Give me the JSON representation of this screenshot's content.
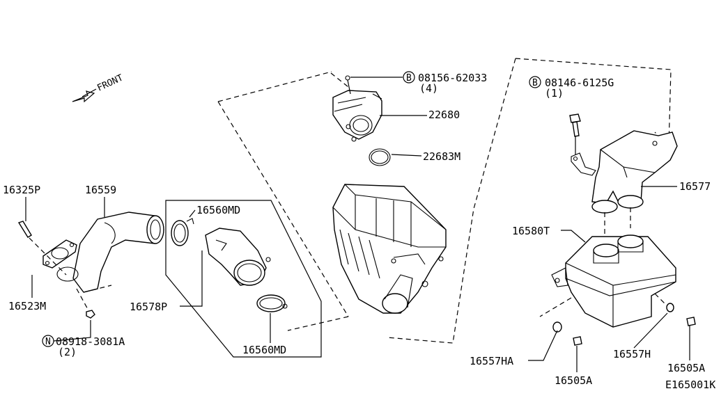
{
  "diagram": {
    "front_label": "FRONT",
    "ref_code": "E165001K",
    "callouts": {
      "bolt_b1": {
        "symbol": "B",
        "part": "08156-62033",
        "qty": "(4)"
      },
      "bolt_b2": {
        "symbol": "B",
        "part": "08146-6125G",
        "qty": "(1)"
      },
      "nut_n": {
        "symbol": "N",
        "part": "08918-3081A",
        "qty": "(2)"
      },
      "p22680": "22680",
      "p22683M": "22683M",
      "p16325P": "16325P",
      "p16559": "16559",
      "p16560MD_top": "16560MD",
      "p16560MD_bottom": "16560MD",
      "p16578P": "16578P",
      "p16523M": "16523M",
      "p16577": "16577",
      "p16580T": "16580T",
      "p16557HA": "16557HA",
      "p16557H": "16557H",
      "p16505A_left": "16505A",
      "p16505A_right": "16505A"
    }
  }
}
